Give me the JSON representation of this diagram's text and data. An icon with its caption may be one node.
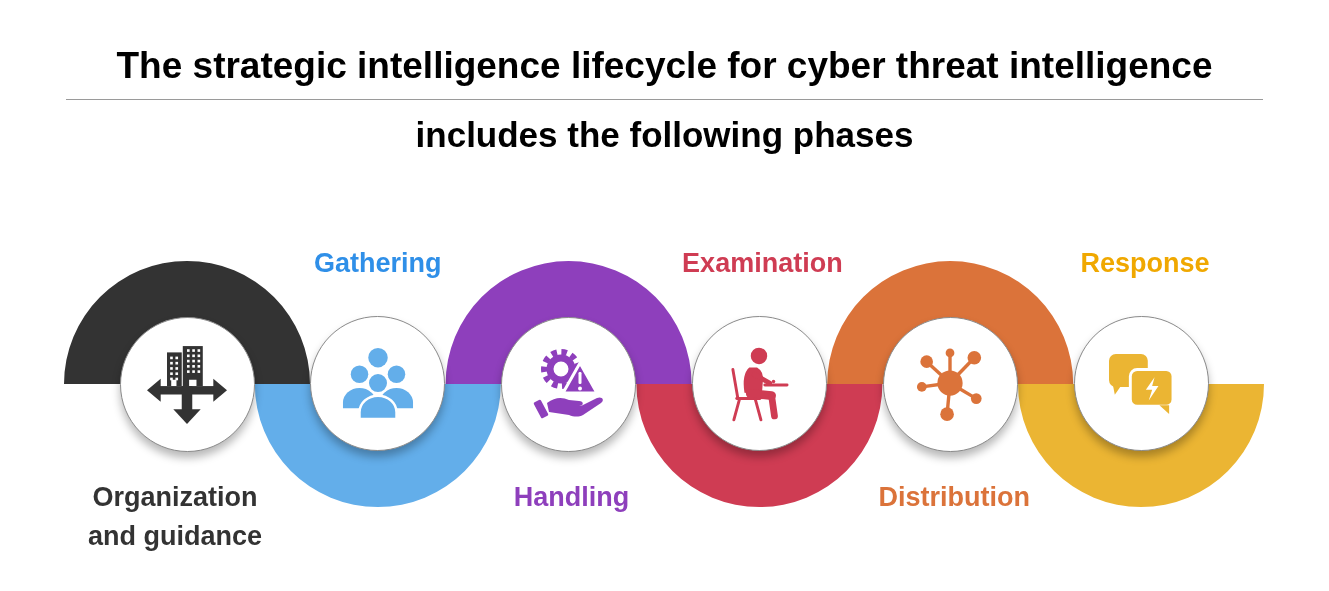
{
  "diagram": {
    "title": "The strategic intelligence lifecycle for cyber threat intelligence",
    "nodes": [
      {
        "text": [
          "Organization and guidance"
        ]
      },
      {
        "text": [
          "Gathering"
        ]
      },
      {
        "text": [
          "Handling"
        ]
      },
      {
        "text": [
          "Examination"
        ]
      },
      {
        "text": [
          "Distribution"
        ]
      },
      {
        "text": [
          "Response"
        ]
      }
    ],
    "labels": [
      "includes the following phases"
    ]
  }
}
